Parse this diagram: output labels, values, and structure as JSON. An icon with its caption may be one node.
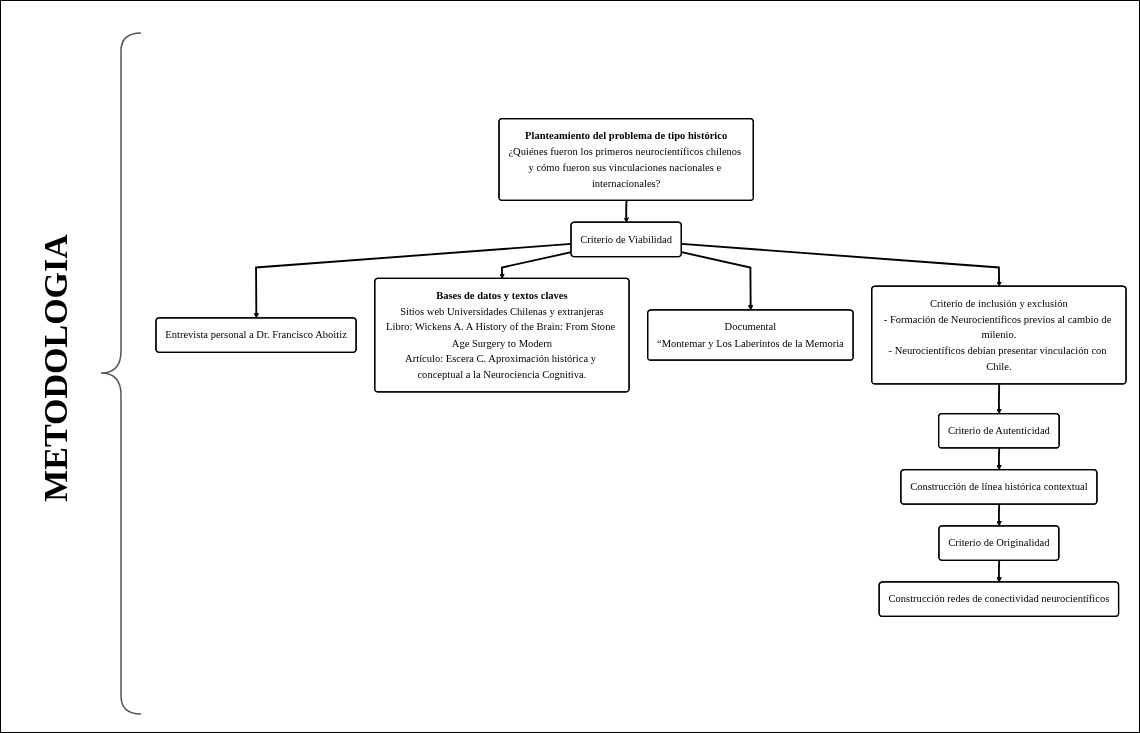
{
  "diagram": {
    "nodes": [
      {
        "text": [
          "Planteamiento del problema de tipo histórico",
          "¿Quiénes fueron los primeros neurocientíficos chilenos y cómo fueron sus vinculaciones nacionales e internacionales?"
        ]
      },
      {
        "text": [
          "Criterio de Viabilidad"
        ]
      },
      {
        "text": [
          "Entrevista personal a Dr. Francisco Aboitiz"
        ]
      },
      {
        "text": [
          "Bases de datos y textos claves",
          "Sitios web Universidades Chilenas y extranjeras",
          "Libro: Wickens A. A History of the Brain: From Stone Age Surgery to Modern",
          "Artículo: Escera C. Aproximación histórica y conceptual a la Neurociencia Cognitiva."
        ]
      },
      {
        "text": [
          "Documental",
          "“Montemar y Los Laberintos de la Memoria"
        ]
      },
      {
        "text": [
          "Criterio de inclusión y exclusión",
          "- Formación de Neurocientíficos previos al cambio de milenio.",
          "- Neurocientíficos debían presentar vinculación con Chile."
        ]
      },
      {
        "text": [
          "Criterio de Autenticidad"
        ]
      },
      {
        "text": [
          "Construcción de línea histórica contextual"
        ]
      },
      {
        "text": [
          "Criterio de Originalidad"
        ]
      },
      {
        "text": [
          "Construcción redes de conectividad neurocientíficos"
        ]
      }
    ],
    "edges": [
      {
        "from": 0,
        "to": 1,
        "arrow": "to"
      },
      {
        "from": 1,
        "to": 2,
        "arrow": "to"
      },
      {
        "from": 1,
        "to": 3,
        "arrow": "to"
      },
      {
        "from": 1,
        "to": 4,
        "arrow": "to"
      },
      {
        "from": 1,
        "to": 5,
        "arrow": "to"
      },
      {
        "from": 5,
        "to": 6,
        "arrow": "to"
      },
      {
        "from": 6,
        "to": 7,
        "arrow": "to"
      },
      {
        "from": 7,
        "to": 8,
        "arrow": "to"
      },
      {
        "from": 8,
        "to": 9,
        "arrow": "to"
      }
    ],
    "labels": [
      "METODOLOGIA"
    ]
  }
}
